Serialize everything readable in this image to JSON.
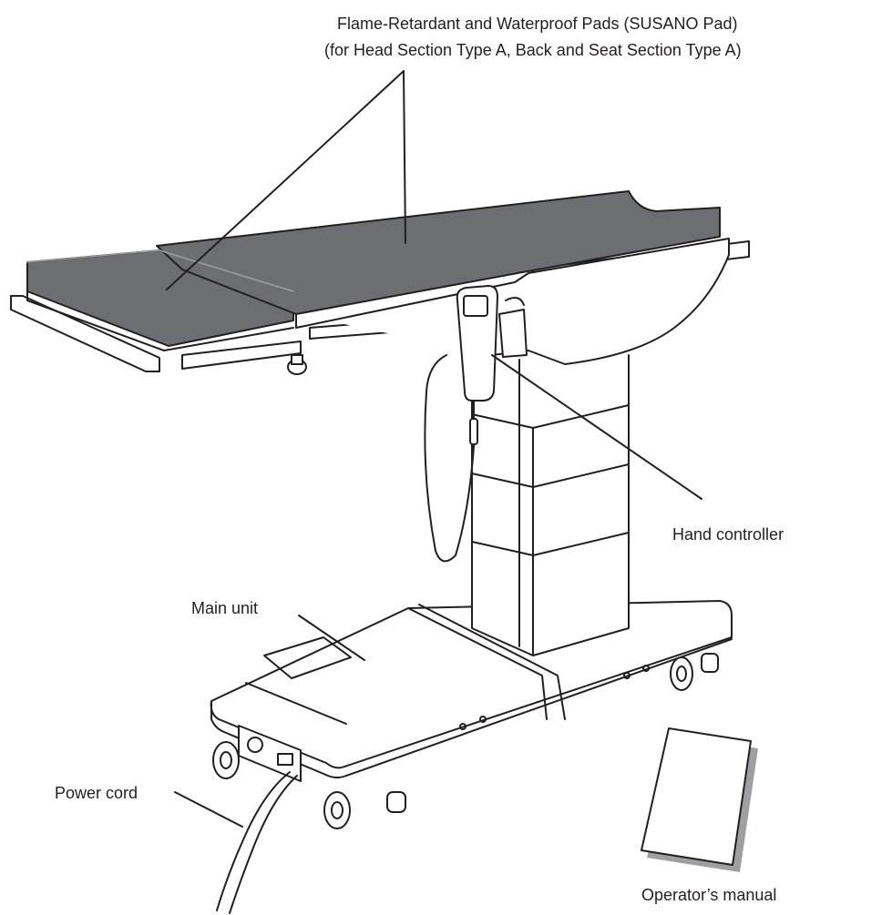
{
  "labels": {
    "pads_line1": "Flame-Retardant and Waterproof Pads (SUSANO Pad)",
    "pads_line2": "(for Head Section Type A, Back and Seat Section Type A)",
    "hand_controller": "Hand controller",
    "main_unit": "Main unit",
    "power_cord": "Power cord",
    "operators_manual": "Operator’s manual"
  },
  "colors": {
    "line": "#231f20",
    "pad_fill": "#6d6e71",
    "metal_fill": "#ffffff",
    "manual_shadow": "#9d9fa2"
  }
}
